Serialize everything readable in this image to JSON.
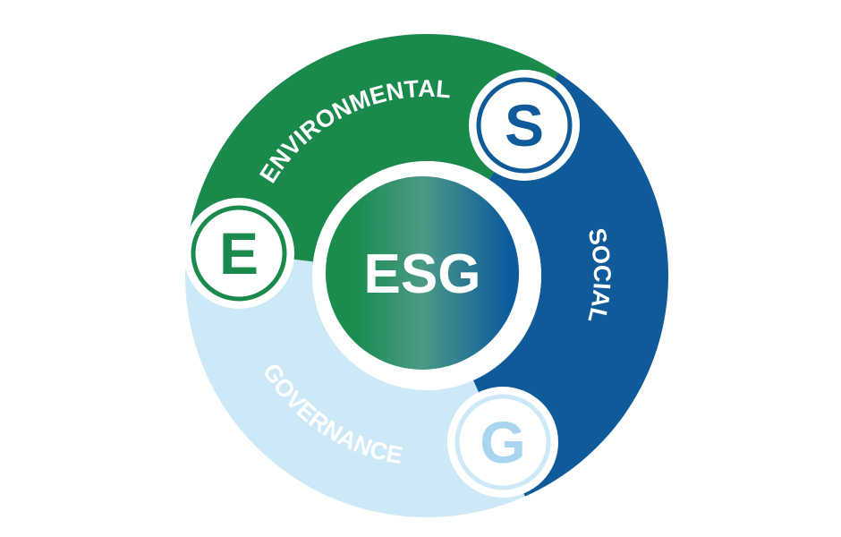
{
  "center": {
    "label": "ESG"
  },
  "pillars": [
    {
      "letter": "E",
      "label": "ENVIRONMENTAL",
      "color": "#1a8a4c",
      "letter_color": "#1a8a4c"
    },
    {
      "letter": "S",
      "label": "SOCIAL",
      "color": "#0f5a98",
      "letter_color": "#0f5a98"
    },
    {
      "letter": "G",
      "label": "GOVERNANCE",
      "color": "#cde8f7",
      "letter_color": "#a9d5f1"
    }
  ],
  "gradient": {
    "from": "#1a8c4e",
    "mid": "#4a9a86",
    "to": "#0d5a9e"
  }
}
